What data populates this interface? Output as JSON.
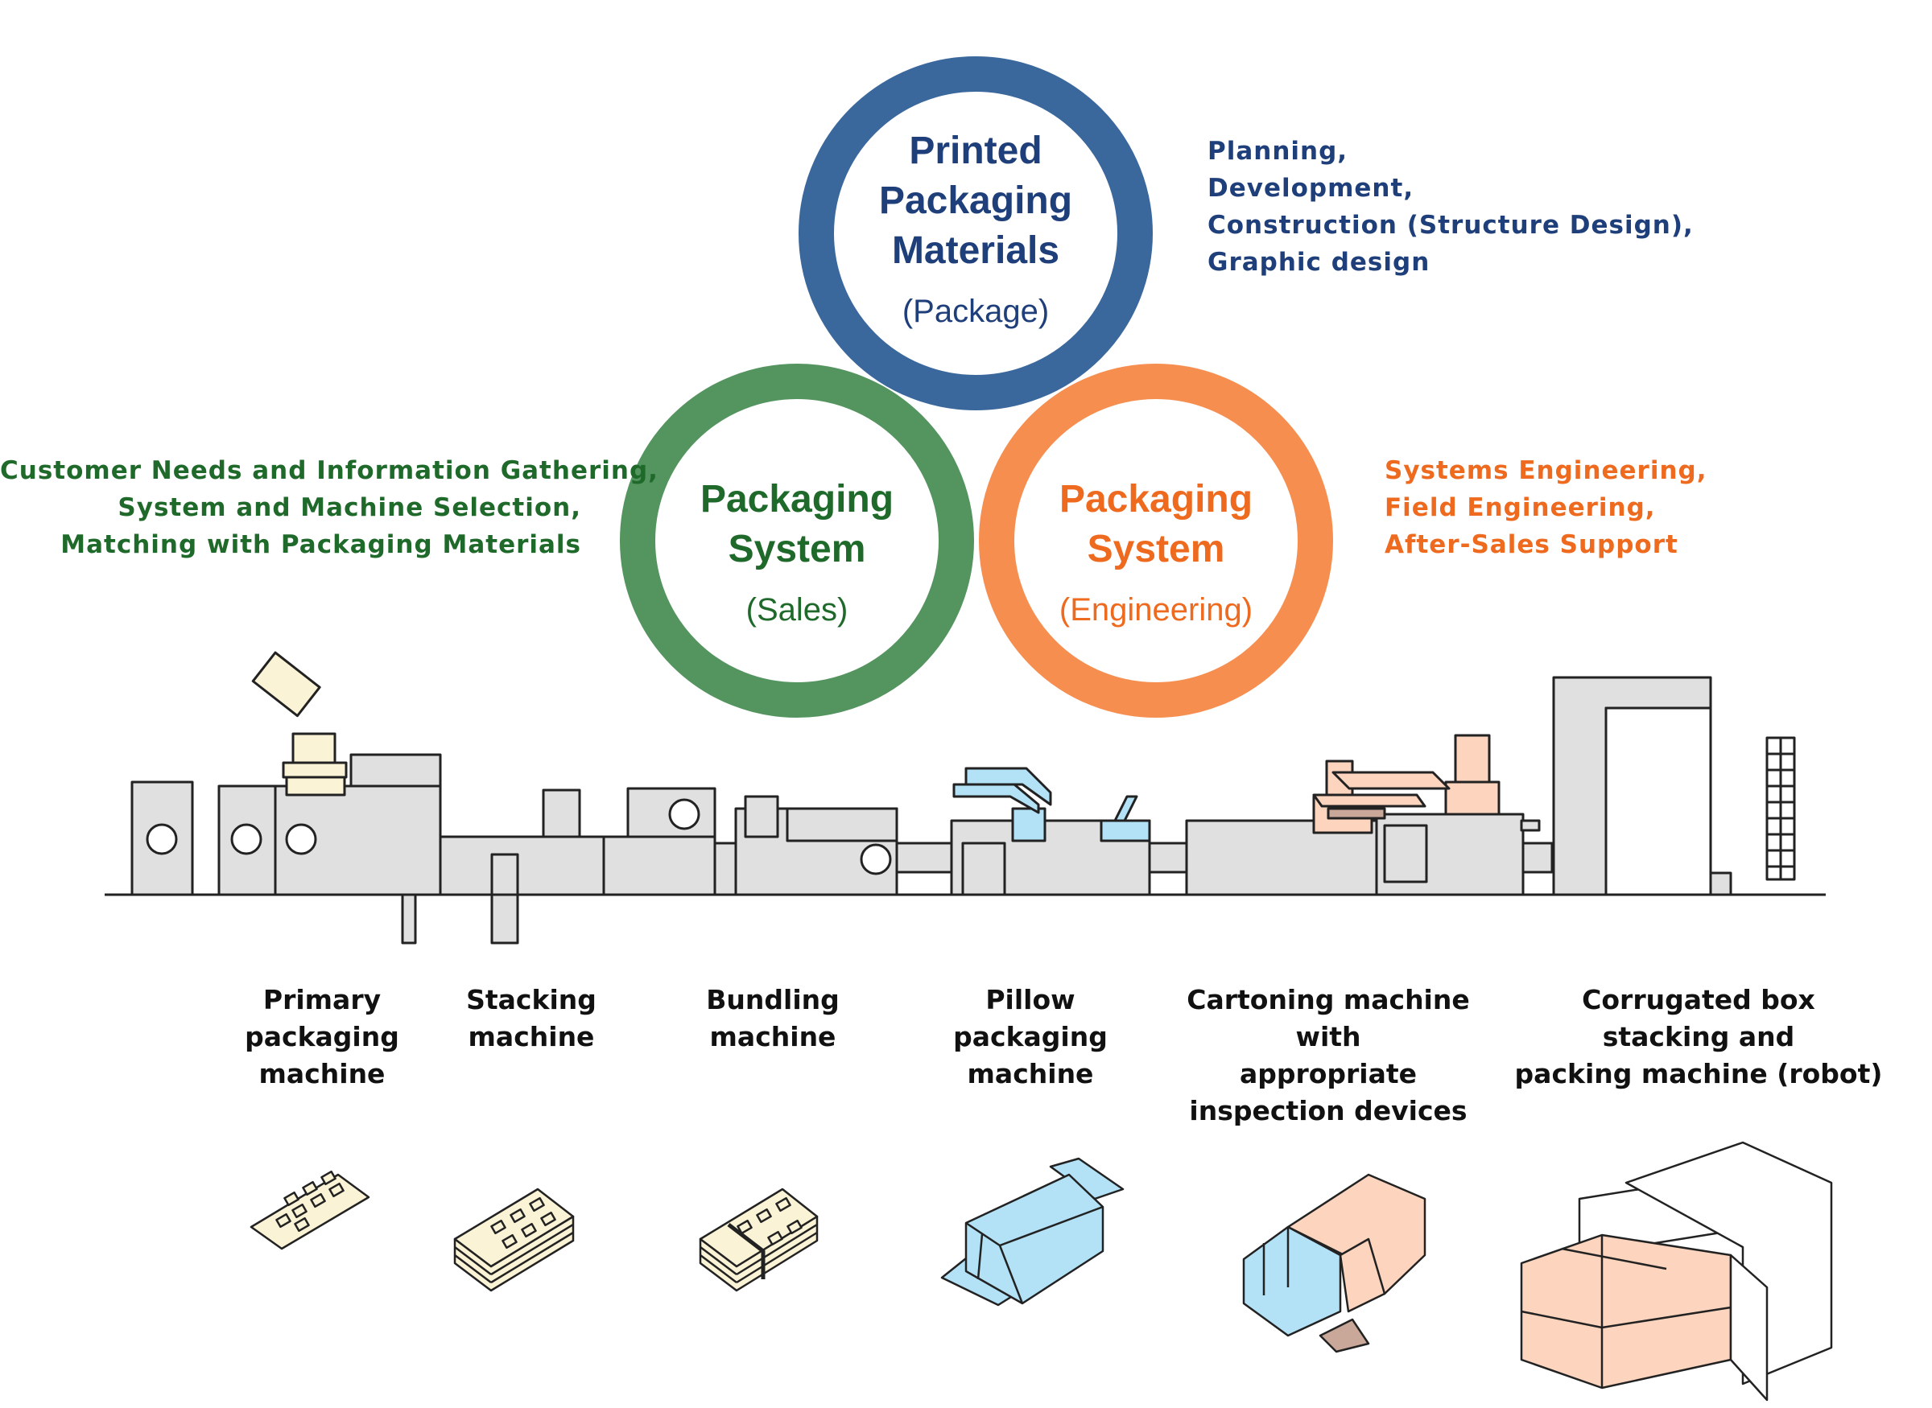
{
  "colors": {
    "package_blue": "#2f5f97",
    "package_text": "#1f3f7a",
    "sales_green": "#2e7d3c",
    "sales_text": "#1f6a2b",
    "engineering_orange": "#f47a30",
    "engineering_text": "#ee6a1f",
    "machine_fill": "#e0e0e0",
    "outline": "#222222",
    "product_cream": "#fbf3d5",
    "product_blue": "#b3e2f7",
    "product_peach": "#fdd5bf"
  },
  "circles": {
    "package": {
      "title_lines": [
        "Printed",
        "Packaging",
        "Materials"
      ],
      "subtitle": "(Package)"
    },
    "sales": {
      "title_lines": [
        "Packaging",
        "System"
      ],
      "subtitle": "(Sales)"
    },
    "engineering": {
      "title_lines": [
        "Packaging",
        "System"
      ],
      "subtitle": "(Engineering)"
    }
  },
  "notes": {
    "package": [
      "Planning,",
      "Development,",
      "Construction (Structure Design),",
      "Graphic design"
    ],
    "sales": [
      "Customer Needs and Information Gathering,",
      "System and Machine Selection,",
      "Matching with Packaging Materials"
    ],
    "engineering": [
      "Systems Engineering,",
      "Field Engineering,",
      "After-Sales Support"
    ]
  },
  "machines": [
    {
      "label_lines": [
        "Primary",
        "packaging",
        "machine"
      ],
      "icon": "blister-pack-icon"
    },
    {
      "label_lines": [
        "Stacking",
        "machine"
      ],
      "icon": "stacked-blisters-icon"
    },
    {
      "label_lines": [
        "Bundling",
        "machine"
      ],
      "icon": "bundled-blisters-icon"
    },
    {
      "label_lines": [
        "Pillow",
        "packaging",
        "machine"
      ],
      "icon": "pillow-pack-icon"
    },
    {
      "label_lines": [
        "Cartoning machine",
        "with",
        "appropriate",
        "inspection devices"
      ],
      "icon": "carton-icon"
    },
    {
      "label_lines": [
        "Corrugated box",
        "stacking and",
        "packing machine (robot)"
      ],
      "icon": "corrugated-box-icon"
    }
  ]
}
